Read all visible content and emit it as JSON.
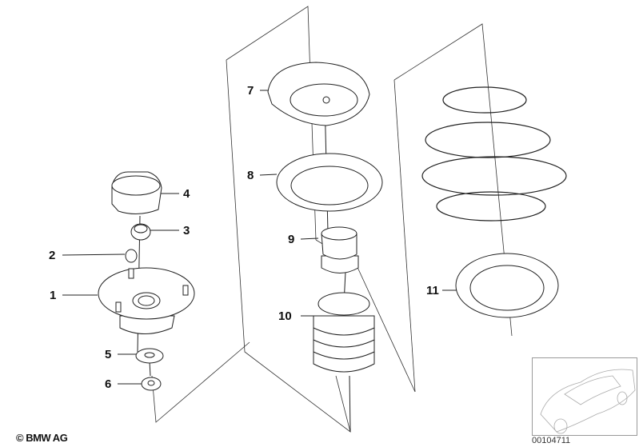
{
  "callouts": [
    "1",
    "2",
    "3",
    "4",
    "5",
    "6",
    "7",
    "8",
    "9",
    "10",
    "11"
  ],
  "copyright": "© BMW AG",
  "diagram_code": "00104711"
}
